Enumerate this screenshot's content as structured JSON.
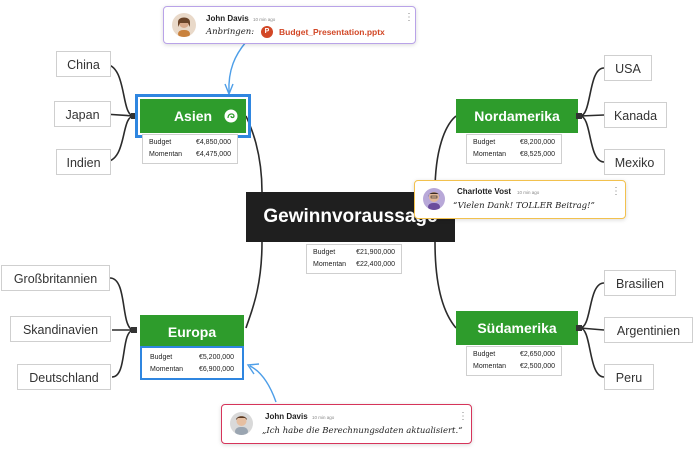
{
  "central": {
    "title": "Gewinnvoraussage",
    "budget_label": "Budget",
    "budget_value": "€21,900,000",
    "current_label": "Momentan",
    "current_value": "€22,400,000"
  },
  "regions": {
    "asien": {
      "label": "Asien",
      "budget_label": "Budget",
      "budget_value": "€4,850,000",
      "current_label": "Momentan",
      "current_value": "€4,475,000",
      "countries": [
        "China",
        "Japan",
        "Indien"
      ]
    },
    "europa": {
      "label": "Europa",
      "budget_label": "Budget",
      "budget_value": "€5,200,000",
      "current_label": "Momentan",
      "current_value": "€6,900,000",
      "countries": [
        "Großbritannien",
        "Skandinavien",
        "Deutschland"
      ]
    },
    "nordamerika": {
      "label": "Nordamerika",
      "budget_label": "Budget",
      "budget_value": "€8,200,000",
      "current_label": "Momentan",
      "current_value": "€8,525,000",
      "countries": [
        "USA",
        "Kanada",
        "Mexiko"
      ]
    },
    "suedamerika": {
      "label": "Südamerika",
      "budget_label": "Budget",
      "budget_value": "€2,650,000",
      "current_label": "Momentan",
      "current_value": "€2,500,000",
      "countries": [
        "Brasilien",
        "Argentinien",
        "Peru"
      ]
    }
  },
  "comments": {
    "attach": {
      "author": "John Davis",
      "time": "10 min ago",
      "attach_label": "Anbringen:",
      "file_name": "Budget_Presentation.pptx",
      "file_icon_label": "P",
      "border": "#b9a3e8"
    },
    "thanks": {
      "author": "Charlotte Vost",
      "time": "10 min ago",
      "text": "“Vielen Dank! TOLLER Beitrag!”",
      "border": "#f2c14e"
    },
    "update": {
      "author": "John Davis",
      "time": "10 min ago",
      "text": "„Ich habe die Berechnungsdaten aktualisiert.“",
      "border": "#d6345a"
    }
  },
  "colors": {
    "region_green": "#2e9c2c",
    "selection_blue": "#2f86e0",
    "central_bg": "#1f1f1f",
    "pptx_orange": "#d24726"
  }
}
